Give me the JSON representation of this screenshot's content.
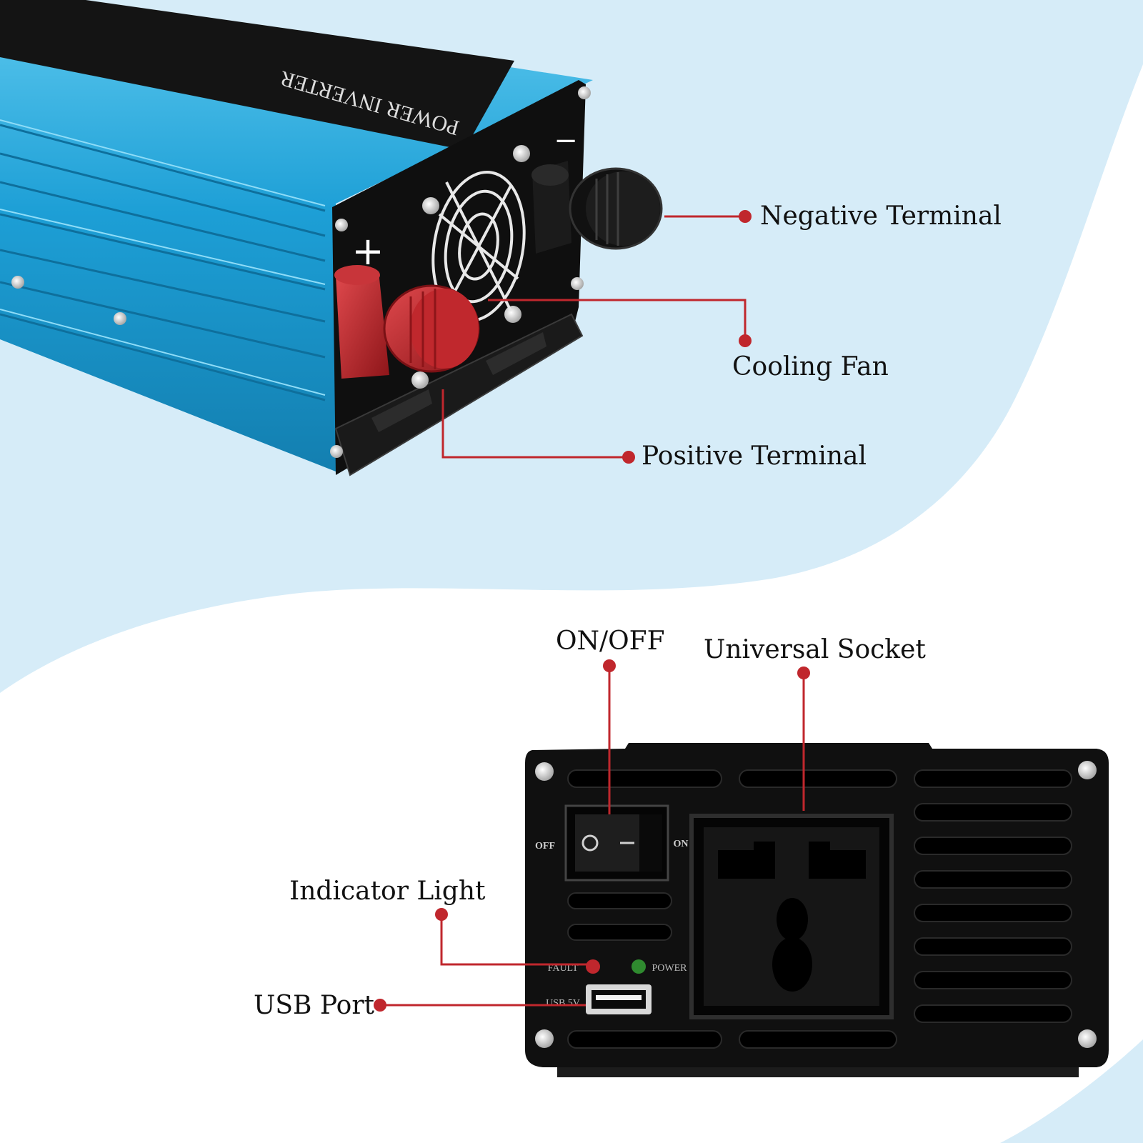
{
  "colors": {
    "background_blue": "#d6ecf8",
    "callout_red": "#c0272d",
    "housing_blue": "#1e9ed2",
    "panel_black": "#0d0d0d",
    "terminal_red": "#b51f24"
  },
  "device_top": {
    "housing_text": "POWER INVERTER",
    "plus_symbol": "+",
    "minus_symbol": "−"
  },
  "device_front": {
    "switch_off_label": "OFF",
    "switch_on_label": "ON",
    "fault_label": "FAULT",
    "power_label": "POWER",
    "usb_label": "USB 5V"
  },
  "callouts": {
    "negative_terminal": "Negative Terminal",
    "cooling_fan": "Cooling Fan",
    "positive_terminal": "Positive Terminal",
    "on_off": "ON/OFF",
    "universal_socket": "Universal Socket",
    "indicator_light": "Indicator Light",
    "usb_port": "USB Port"
  },
  "icons": [
    "screw-icon",
    "fan-icon",
    "power-switch-icon",
    "socket-icon",
    "usb-icon",
    "led-icon"
  ]
}
